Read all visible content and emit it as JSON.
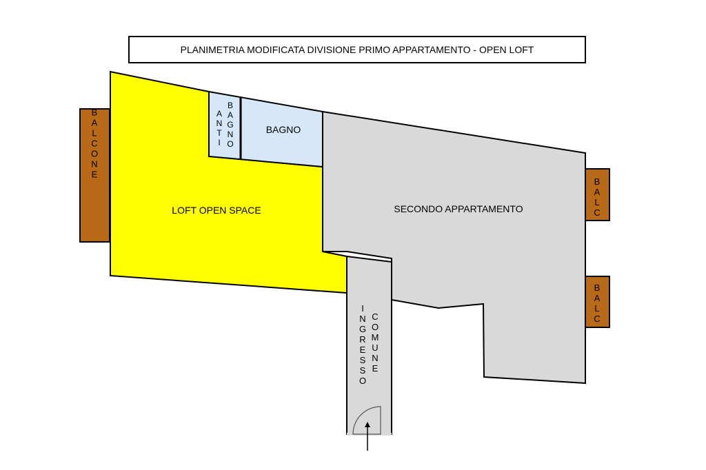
{
  "title": "PLANIMETRIA MODIFICATA DIVISIONE PRIMO APPARTAMENTO - OPEN LOFT",
  "rooms": {
    "balcone": "BALCONE",
    "anti": "ANTI",
    "bagno_vertical": "BAGNO",
    "bagno": "BAGNO",
    "loft": "LOFT OPEN SPACE",
    "secondo": "SECONDO APPARTAMENTO",
    "balc_1": "BALC",
    "balc_2": "BALC",
    "ingresso": "INGRESSO",
    "comune": "COMUNE"
  },
  "colors": {
    "loft": "#ffff00",
    "bagno": "#d6e8f8",
    "secondo": "#d9d9d9",
    "balcony": "#b86a18",
    "outline": "#000000"
  }
}
